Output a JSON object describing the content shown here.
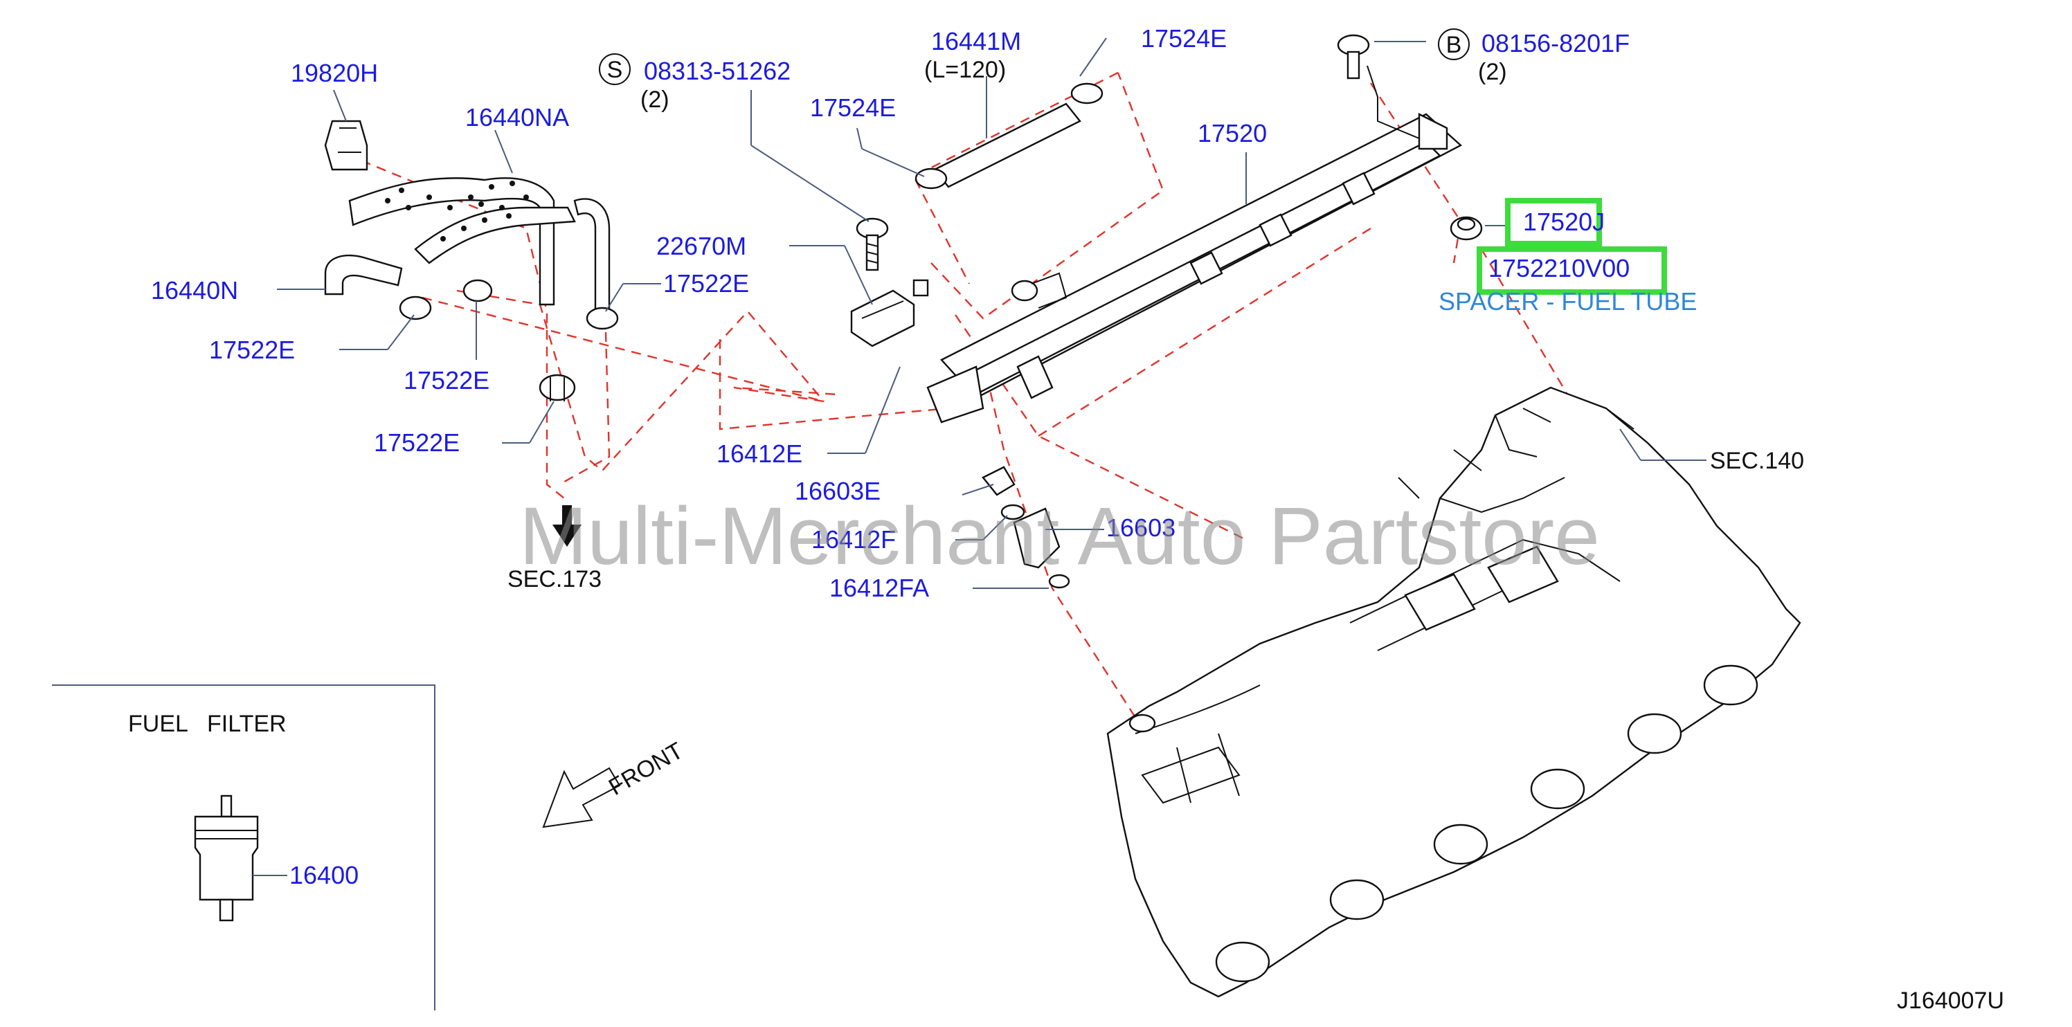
{
  "labels": {
    "p19820H": "19820H",
    "p16440NA": "16440NA",
    "p16440N": "16440N",
    "p17522E_a": "17522E",
    "p17522E_b": "17522E",
    "p17522E_c": "17522E",
    "p17522E_d": "17522E",
    "p08313": "08313-51262",
    "p08313_qty": "(2)",
    "p16441M": "16441M",
    "p16441M_len": "(L=120)",
    "p17524E_a": "17524E",
    "p17524E_b": "17524E",
    "p22670M": "22670M",
    "p16412E": "16412E",
    "p16603E": "16603E",
    "p16412F": "16412F",
    "p16603": "16603",
    "p16412FA": "16412FA",
    "p17520": "17520",
    "p08156": "08156-8201F",
    "p08156_qty": "(2)",
    "p17520J": "17520J",
    "p1752210V00": "1752210V00",
    "spacer_desc": "SPACER - FUEL TUBE",
    "sec140": "SEC.140",
    "sec173": "SEC.173",
    "fuel_filter": "FUEL   FILTER",
    "p16400": "16400",
    "front": "FRONT",
    "diagram_id": "J164007U",
    "symbol_s": "S",
    "symbol_b": "B"
  },
  "watermark": "Multi-Merchant Auto Partstore",
  "colors": {
    "part_label": "#1b1be0",
    "callout_text": "#111111",
    "spacer_text": "#2f86d8",
    "highlight": "#3ddc3d",
    "dashed_line": "#e0332b",
    "leader": "#4b5b80"
  }
}
